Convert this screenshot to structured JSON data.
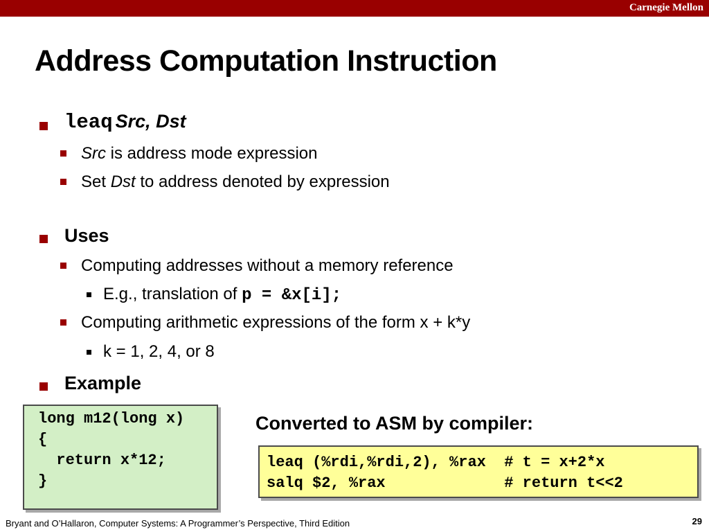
{
  "header": {
    "brand": "Carnegie Mellon"
  },
  "title": "Address Computation Instruction",
  "sections": [
    {
      "mnemonic": "leaq",
      "operands": "Src, Dst",
      "items": [
        {
          "prefix": "",
          "italic": "Src",
          "rest": " is address mode expression"
        },
        {
          "prefix": "Set ",
          "italic": "Dst",
          "rest": " to address denoted by expression"
        }
      ]
    },
    {
      "heading": "Uses",
      "items": [
        {
          "text": "Computing addresses without a memory reference",
          "sub": [
            {
              "text": "E.g., translation of ",
              "code": "p = &x[i];"
            }
          ]
        },
        {
          "text": "Computing arithmetic expressions of the form x + k*y",
          "sub": [
            {
              "text": "k = 1, 2, 4, or 8"
            }
          ]
        }
      ]
    },
    {
      "heading": "Example"
    }
  ],
  "example": {
    "c_code": "long m12(long x)\n{\n  return x*12;\n}",
    "asm_caption": "Converted to ASM by compiler:",
    "asm_code": "leaq (%rdi,%rdi,2), %rax  # t = x+2*x\nsalq $2, %rax             # return t<<2"
  },
  "footer": {
    "citation": "Bryant and O’Hallaron, Computer Systems: A Programmer’s Perspective, Third Edition",
    "page_number": "29"
  },
  "colors": {
    "accent": "#990000",
    "c_code_bg": "#d3efc6",
    "asm_code_bg": "#ffff99"
  }
}
